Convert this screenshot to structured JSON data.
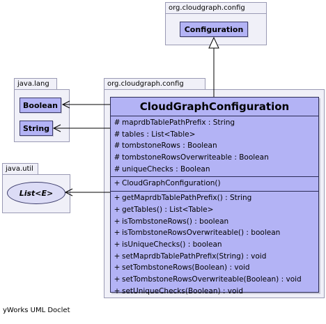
{
  "packages": {
    "config_top": {
      "name": "org.cloudgraph.config",
      "class": "Configuration"
    },
    "java_lang": {
      "name": "java.lang",
      "classes": [
        "Boolean",
        "String"
      ]
    },
    "java_util": {
      "name": "java.util",
      "interface": "List<E>"
    },
    "config_main": {
      "name": "org.cloudgraph.config"
    }
  },
  "main_class": {
    "name": "CloudGraphConfiguration",
    "fields": [
      {
        "vis": "#",
        "text": "maprdbTablePathPrefix : String"
      },
      {
        "vis": "#",
        "text": "tables : List<Table>"
      },
      {
        "vis": "#",
        "text": "tombstoneRows : Boolean"
      },
      {
        "vis": "#",
        "text": "tombstoneRowsOverwriteable : Boolean"
      },
      {
        "vis": "#",
        "text": "uniqueChecks : Boolean"
      }
    ],
    "constructors": [
      {
        "vis": "+",
        "text": "CloudGraphConfiguration()"
      }
    ],
    "methods": [
      {
        "vis": "+",
        "text": "getMaprdbTablePathPrefix() : String"
      },
      {
        "vis": "+",
        "text": "getTables() : List<Table>"
      },
      {
        "vis": "+",
        "text": "isTombstoneRows() : boolean"
      },
      {
        "vis": "+",
        "text": "isTombstoneRowsOverwriteable() : boolean"
      },
      {
        "vis": "+",
        "text": "isUniqueChecks() : boolean"
      },
      {
        "vis": "+",
        "text": "setMaprdbTablePathPrefix(String) : void"
      },
      {
        "vis": "+",
        "text": "setTombstoneRows(Boolean) : void"
      },
      {
        "vis": "+",
        "text": "setTombstoneRowsOverwriteable(Boolean) : void"
      },
      {
        "vis": "+",
        "text": "setUniqueChecks(Boolean) : void"
      }
    ]
  },
  "footer": "yWorks UML Doclet"
}
